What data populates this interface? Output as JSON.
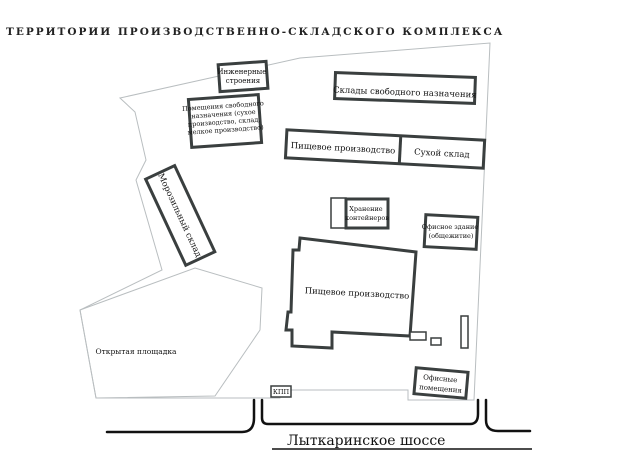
{
  "title": "ТЕРРИТОРИИ ПРОИЗВОДСТВЕННО-СКЛАДСКОГО КОМПЛЕКСА",
  "colors": {
    "building_outline": "#3a3f3f",
    "site_boundary": "#b9bec0",
    "road": "#111111",
    "background": "#ffffff"
  },
  "buildings": {
    "engineering": [
      "Инженерные",
      "строения"
    ],
    "free_purpose_premises": [
      "Помещения свободного",
      "назначения (сухое",
      "производство, склад,",
      "мелкое производство)"
    ],
    "free_purpose_warehouses": "Склады свободного назначения",
    "food_production_strip": "Пищевое производство",
    "dry_warehouse": "Сухой склад",
    "cold_storage": "Морозильный склад",
    "container_storage": [
      "Хранение",
      "контейнеров"
    ],
    "office_building": [
      "Офисное здание",
      "(общежитие)"
    ],
    "food_production_main": "Пищевое производство",
    "office_premises": [
      "Офисные",
      "помещения"
    ],
    "checkpoint": "КПП"
  },
  "zones": {
    "open_area": "Открытая площадка"
  },
  "road": {
    "name": "Лыткаринское шоссе"
  }
}
